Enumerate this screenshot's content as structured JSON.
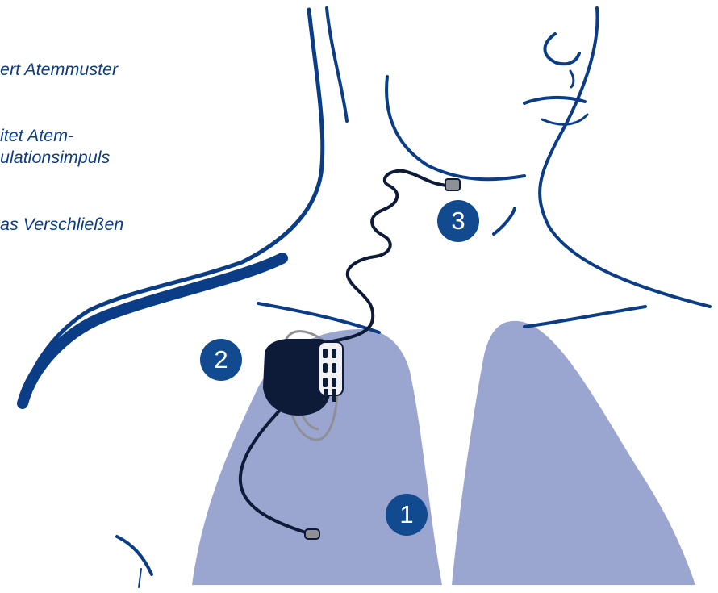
{
  "captions": {
    "line1": "ert Atemmuster",
    "line2a": "itet Atem-",
    "line2b": "ulationsimpuls",
    "line3": "as Verschließen"
  },
  "markers": {
    "lungs": "1",
    "device": "2",
    "nerve_electrode": "3"
  },
  "colors": {
    "outline": "#0b3d86",
    "lung_fill": "#9aa6cf",
    "device_body": "#0e1b38",
    "marker_fill": "#114a8f",
    "lead": "#0e1b38",
    "sensor_lead": "#8f8f96"
  }
}
